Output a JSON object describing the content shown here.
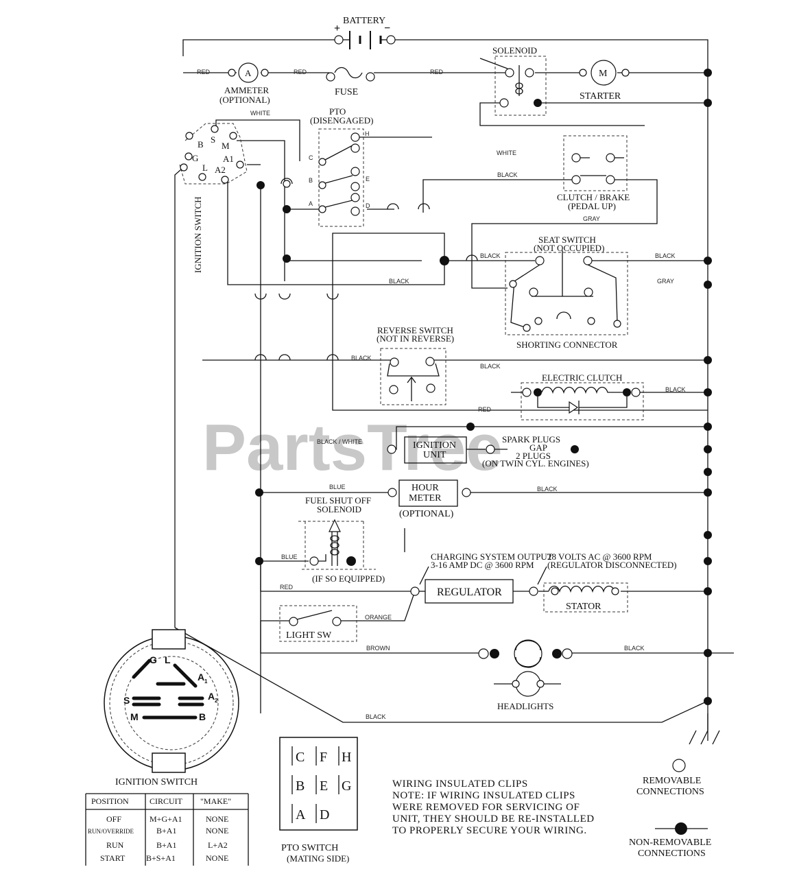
{
  "watermark": "PartsTree",
  "labels": {
    "battery": "BATTERY",
    "battery_plus": "+",
    "battery_minus": "−",
    "ammeter": "AMMETER",
    "ammeter_opt": "(OPTIONAL)",
    "ammeter_letter": "A",
    "fuse": "FUSE",
    "solenoid": "SOLENOID",
    "starter": "STARTER",
    "starter_letter": "M",
    "pto": "PTO",
    "pto_state": "(DISENGAGED)",
    "ignition_switch": "IGNITION SWITCH",
    "clutch_brake": "CLUTCH / BRAKE",
    "clutch_brake_state": "(PEDAL UP)",
    "seat_switch": "SEAT SWITCH",
    "seat_switch_state": "(NOT OCCUPIED)",
    "shorting_connector": "SHORTING CONNECTOR",
    "reverse_switch": "REVERSE SWITCH",
    "reverse_state": "(NOT IN REVERSE)",
    "electric_clutch": "ELECTRIC CLUTCH",
    "ignition_unit_1": "IGNITION",
    "ignition_unit_2": "UNIT",
    "spark_plugs_1": "SPARK PLUGS",
    "spark_plugs_2": "GAP",
    "spark_plugs_3": "2 PLUGS",
    "spark_plugs_4": "(ON TWIN CYL. ENGINES)",
    "hour_meter_1": "HOUR",
    "hour_meter_2": "METER",
    "hour_meter_opt": "(OPTIONAL)",
    "fuel_solenoid_1": "FUEL SHUT OFF",
    "fuel_solenoid_2": "SOLENOID",
    "fuel_equipped": "(IF SO EQUIPPED)",
    "charging_1": "CHARGING SYSTEM OUTPUT",
    "charging_2": "3-16 AMP DC @ 3600 RPM",
    "volts_1": "28 VOLTS AC @ 3600 RPM",
    "volts_2": "(REGULATOR DISCONNECTED)",
    "regulator": "REGULATOR",
    "stator": "STATOR",
    "light_sw": "LIGHT SW",
    "headlights": "HEADLIGHTS",
    "ignition_switch_title": "IGNITION SWITCH",
    "pto_switch": "PTO SWITCH",
    "pto_switch_side": "(MATING SIDE)",
    "removable": "REMOVABLE",
    "removable_2": "CONNECTIONS",
    "non_removable": "NON-REMOVABLE",
    "non_removable_2": "CONNECTIONS"
  },
  "ign_pins": {
    "b": "B",
    "s": "S",
    "m": "M",
    "g": "G",
    "l": "L",
    "a1": "A1",
    "a2": "A2"
  },
  "pto_pins": {
    "h": "H",
    "c": "C",
    "b": "B",
    "a": "A",
    "e": "E",
    "d": "D"
  },
  "ign_face": {
    "g": "G",
    "l": "L",
    "a1": "A",
    "a1_sub": "1",
    "a2": "A",
    "a2_sub": "2",
    "s": "S",
    "m": "M",
    "b": "B"
  },
  "pto_grid": [
    "C",
    "F",
    "H",
    "B",
    "E",
    "G",
    "A",
    "D"
  ],
  "wires": {
    "red1": "RED",
    "red2": "RED",
    "red3": "RED",
    "red4": "RED",
    "red5": "RED",
    "white1": "WHITE",
    "white2": "WHITE",
    "black1": "BLACK",
    "black2": "BLACK",
    "black3": "BLACK",
    "black4": "BLACK",
    "black5": "BLACK",
    "black6": "BLACK",
    "black7": "BLACK",
    "black8": "BLACK",
    "black9": "BLACK",
    "black10": "BLACK",
    "gray1": "GRAY",
    "gray2": "GRAY",
    "black_white": "BLACK / WHITE",
    "blue1": "BLUE",
    "blue2": "BLUE",
    "orange": "ORANGE",
    "brown": "BROWN"
  },
  "notes": [
    "WIRING INSULATED CLIPS",
    "NOTE: IF WIRING INSULATED CLIPS",
    "WERE REMOVED FOR SERVICING OF",
    "UNIT, THEY SHOULD BE RE-INSTALLED",
    "TO PROPERLY SECURE YOUR WIRING."
  ],
  "ign_table": {
    "headers": [
      "POSITION",
      "CIRCUIT",
      "\"MAKE\""
    ],
    "rows": [
      [
        "OFF",
        "M+G+A1",
        "NONE"
      ],
      [
        "RUN/OVERRIDE",
        "B+A1",
        "NONE"
      ],
      [
        "RUN",
        "B+A1",
        "L+A2"
      ],
      [
        "START",
        "B+S+A1",
        "NONE"
      ]
    ]
  }
}
